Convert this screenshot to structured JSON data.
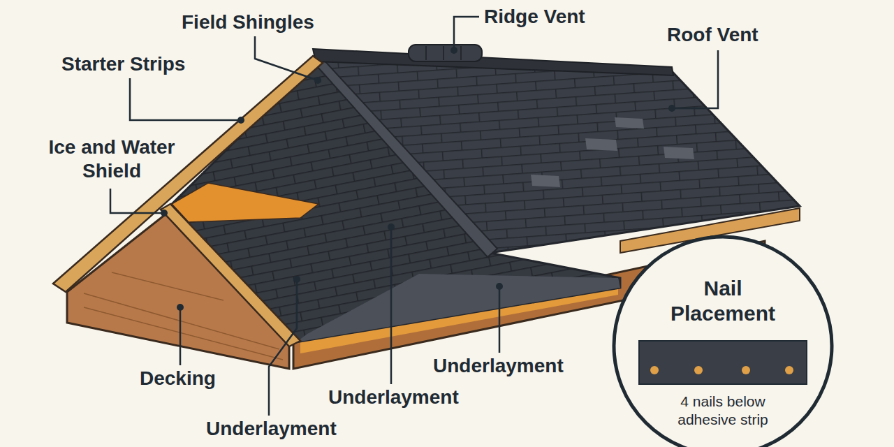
{
  "diagram": {
    "nodes": [
      {
        "text": [
          "Nail Placement",
          "4 nails below adhesive strip"
        ]
      }
    ],
    "labels": [
      "Field Shingles",
      "Ridge Vent",
      "Roof Vent",
      "Starter Strips",
      "Ice and Water Shield",
      "Decking",
      "Underlayment",
      "Underlayment",
      "Underlayment"
    ]
  }
}
